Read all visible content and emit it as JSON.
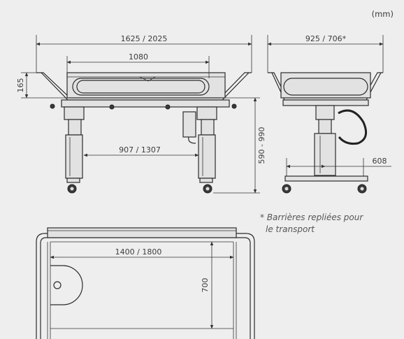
{
  "units": "(mm)",
  "footnote": {
    "line1": "* Barrières repliées pour",
    "line2": "le transport"
  },
  "side_view": {
    "overall_length": "1625 / 2025",
    "handle_length": "1080",
    "rail_height": "165",
    "leg_spacing": "907 / 1307",
    "height_range": "590 - 990"
  },
  "end_view": {
    "width": "925 / 706*",
    "base_half": "608"
  },
  "top_view": {
    "inner_length": "1400 / 1800",
    "inner_width": "700"
  }
}
